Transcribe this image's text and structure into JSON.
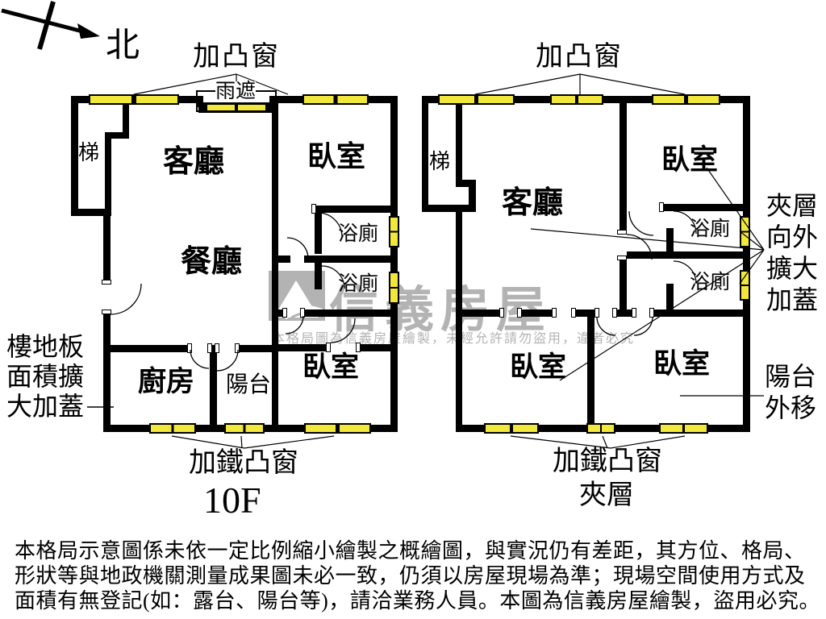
{
  "compass": {
    "north_label": "北"
  },
  "left_plan": {
    "rooms": {
      "stairs": "梯",
      "living": "客廳",
      "dining": "餐廳",
      "bedroom_top": "臥室",
      "bedroom_bottom": "臥室",
      "kitchen": "廚房",
      "balcony": "陽台",
      "bath_upper": "浴廁",
      "bath_lower": "浴廁"
    },
    "labels": {
      "top_windows": "加凸窗",
      "rain_cover": "雨遮",
      "bottom_windows": "加鐵凸窗",
      "floor": "10F",
      "expansion_note_lines": [
        "樓地板",
        "面積擴",
        "大加蓋"
      ]
    }
  },
  "right_plan": {
    "rooms": {
      "stairs": "梯",
      "living": "客廳",
      "bedroom_top": "臥室",
      "bedroom_bottom_left": "臥室",
      "bedroom_bottom_right": "臥室",
      "bath_upper": "浴廁",
      "bath_lower": "浴廁"
    },
    "labels": {
      "top_windows": "加凸窗",
      "bottom_windows_line1": "加鐵凸窗",
      "bottom_windows_line2": "夾層",
      "mezzanine_note_lines": [
        "夾層",
        "向外",
        "擴大",
        "加蓋"
      ],
      "balcony_note_lines": [
        "陽台",
        "外移"
      ]
    }
  },
  "watermark": {
    "brand": "信義房屋",
    "notice": "本格局圖為信義房屋繪製，未經允許請勿盜用，違者必究"
  },
  "disclaimer": {
    "lines": [
      "本格局示意圖係未依一定比例縮小繪製之概繪圖，與實況仍有差距，其方位、格局、",
      "形狀等與地政機關測量成果圖未必一致，仍須以房屋現場為準；現場空間使用方式及",
      "面積有無登記(如：露台、陽台等)，請洽業務人員。本圖為信義房屋繪製，盜用必究。"
    ]
  },
  "colors": {
    "wall": "#000000",
    "window_fill": "#f2e73b",
    "watermark_gray": "#b3b3b3"
  }
}
